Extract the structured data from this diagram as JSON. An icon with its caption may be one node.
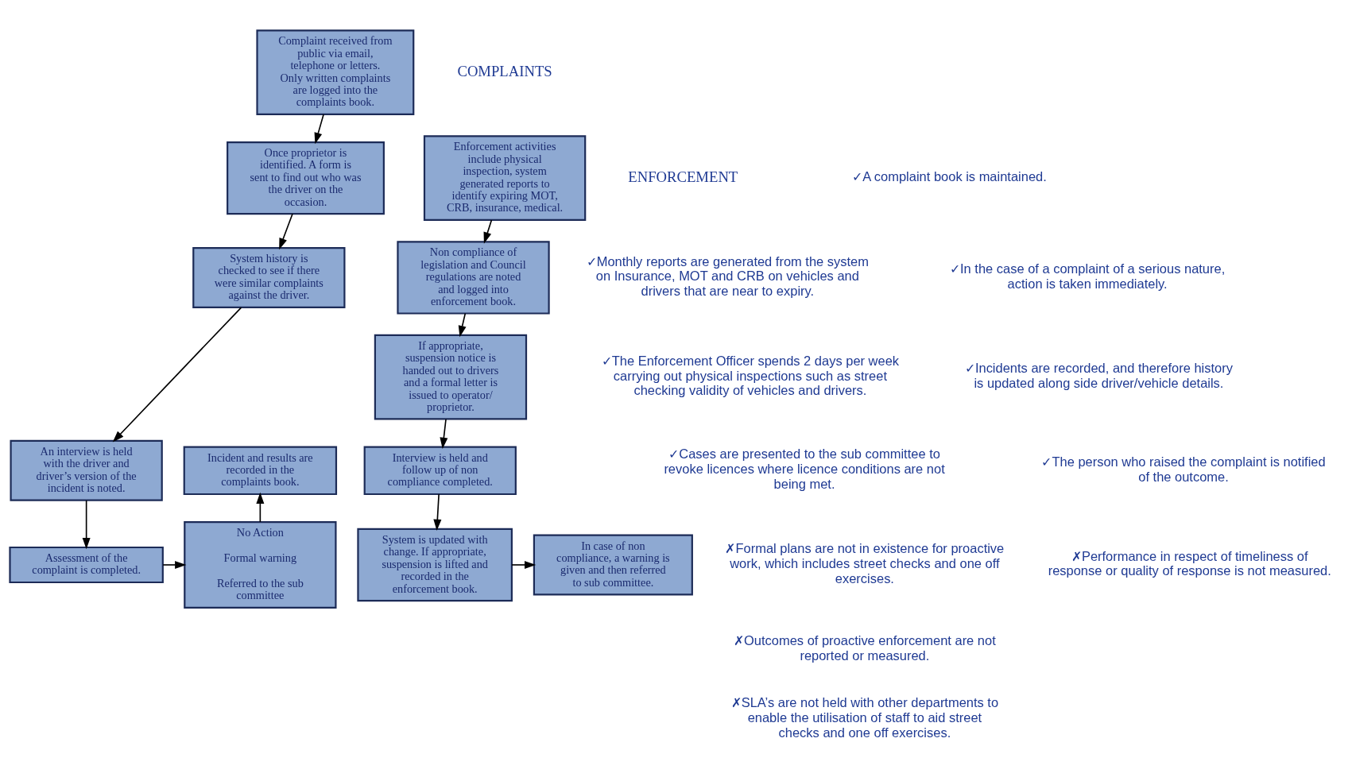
{
  "diagram": {
    "nodes": [
      {
        "text": [
          "Complaint received from public via email, telephone or letters. Only written complaints are logged into the complaints book."
        ]
      },
      {
        "text": [
          "Once proprietor is identified. A form is sent to find out who was the driver on the occasion."
        ]
      },
      {
        "text": [
          "System history is checked to see if there were similar complaints against the driver."
        ]
      },
      {
        "text": [
          "An interview is held with the driver and driver’s version of the incident is noted."
        ]
      },
      {
        "text": [
          "Assessment of the complaint is completed."
        ]
      },
      {
        "text": [
          "Incident and results are recorded in the complaints book."
        ]
      },
      {
        "text": [
          "No Action",
          "Formal warning",
          "Referred to the sub committee"
        ]
      },
      {
        "text": [
          "Enforcement activities include physical inspection, system generated reports to identify expiring MOT, CRB, insurance, medical."
        ]
      },
      {
        "text": [
          "Non compliance of legislation and Council regulations are noted and logged into enforcement book."
        ]
      },
      {
        "text": [
          "If appropriate, suspension notice is handed out to drivers and a formal letter is issued to operator/ proprietor."
        ]
      },
      {
        "text": [
          "Interview is held and follow up of non compliance completed."
        ]
      },
      {
        "text": [
          "System is updated with change. If appropriate, suspension is lifted and recorded in the enforcement book."
        ]
      },
      {
        "text": [
          "In case of non compliance, a warning is given and then referred to sub committee."
        ]
      }
    ],
    "edges": [
      {
        "from": 0,
        "to": 1,
        "arrow": "to"
      },
      {
        "from": 1,
        "to": 2,
        "arrow": "to"
      },
      {
        "from": 2,
        "to": 3,
        "arrow": "to"
      },
      {
        "from": 3,
        "to": 4,
        "arrow": "to"
      },
      {
        "from": 4,
        "to": 6,
        "arrow": "to"
      },
      {
        "from": 6,
        "to": 5,
        "arrow": "to"
      },
      {
        "from": 7,
        "to": 8,
        "arrow": "to"
      },
      {
        "from": 8,
        "to": 9,
        "arrow": "to"
      },
      {
        "from": 9,
        "to": 10,
        "arrow": "to"
      },
      {
        "from": 10,
        "to": 11,
        "arrow": "to"
      },
      {
        "from": 11,
        "to": 12,
        "arrow": "to"
      }
    ],
    "labels": [
      "COMPLAINTS",
      "✓A complaint book is maintained.",
      "✓In the case of a complaint of a serious nature, action is taken immediately.",
      "✓Incidents are recorded, and therefore history is updated along side driver/vehicle details.",
      "✓The person who raised the complaint is notified of the outcome.",
      "✗Performance in respect of timeliness of response or quality of response is not measured.",
      "ENFORCEMENT",
      "✓Monthly reports are generated from the system on Insurance, MOT and CRB on vehicles and drivers that are near to expiry.",
      "✓The Enforcement Officer spends 2 days per week carrying out physical inspections such as street checking validity of vehicles and drivers.",
      "✓Cases are presented to the sub committee to revoke licences where licence conditions are not being met.",
      "✗Formal plans are not in existence for proactive work, which includes street checks and one off exercises.",
      "✗Outcomes of proactive enforcement are not reported or measured.",
      "✗SLA’s are not held with other departments to enable the utilisation of staff to aid street checks and one off exercises."
    ]
  }
}
